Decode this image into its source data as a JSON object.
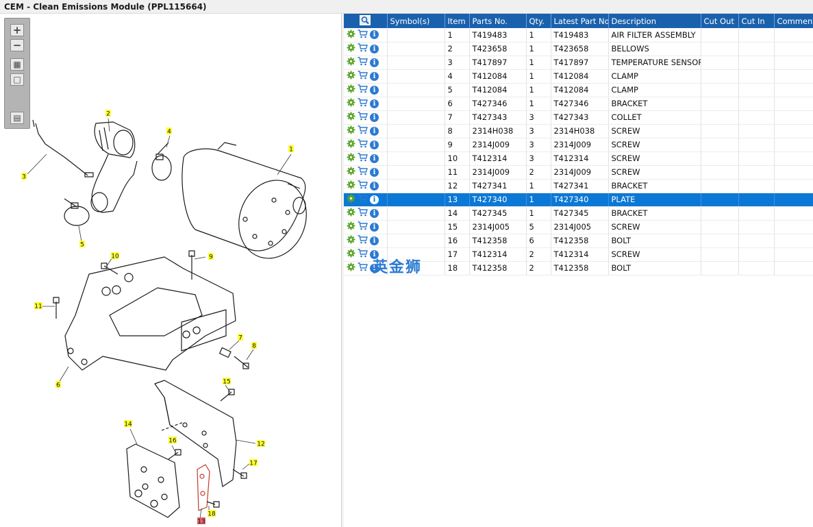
{
  "window": {
    "title": "CEM - Clean Emissions Module (PPL115664)"
  },
  "toolbar": {
    "zoom_in": "+",
    "zoom_out": "−",
    "fit": "▦",
    "actual": "□",
    "list": "▤"
  },
  "diagram": {
    "callouts": [
      "1",
      "2",
      "3",
      "4",
      "5",
      "6",
      "7",
      "8",
      "9",
      "10",
      "11",
      "12",
      "13",
      "14",
      "15",
      "16",
      "17",
      "18"
    ],
    "selected_callout": "13"
  },
  "table": {
    "columns": [
      "",
      "Symbol(s)",
      "Item",
      "Parts No.",
      "Qty.",
      "Latest Part No.",
      "Description",
      "Cut Out",
      "Cut In",
      "Comment"
    ],
    "rows": [
      {
        "item": "1",
        "part": "T419483",
        "qty": "1",
        "latest": "T419483",
        "desc": "AIR FILTER ASSEMBLY"
      },
      {
        "item": "2",
        "part": "T423658",
        "qty": "1",
        "latest": "T423658",
        "desc": "BELLOWS"
      },
      {
        "item": "3",
        "part": "T417897",
        "qty": "1",
        "latest": "T417897",
        "desc": "TEMPERATURE SENSOR"
      },
      {
        "item": "4",
        "part": "T412084",
        "qty": "1",
        "latest": "T412084",
        "desc": "CLAMP"
      },
      {
        "item": "5",
        "part": "T412084",
        "qty": "1",
        "latest": "T412084",
        "desc": "CLAMP"
      },
      {
        "item": "6",
        "part": "T427346",
        "qty": "1",
        "latest": "T427346",
        "desc": "BRACKET"
      },
      {
        "item": "7",
        "part": "T427343",
        "qty": "3",
        "latest": "T427343",
        "desc": "COLLET"
      },
      {
        "item": "8",
        "part": "2314H038",
        "qty": "3",
        "latest": "2314H038",
        "desc": "SCREW"
      },
      {
        "item": "9",
        "part": "2314J009",
        "qty": "3",
        "latest": "2314J009",
        "desc": "SCREW"
      },
      {
        "item": "10",
        "part": "T412314",
        "qty": "3",
        "latest": "T412314",
        "desc": "SCREW"
      },
      {
        "item": "11",
        "part": "2314J009",
        "qty": "2",
        "latest": "2314J009",
        "desc": "SCREW"
      },
      {
        "item": "12",
        "part": "T427341",
        "qty": "1",
        "latest": "T427341",
        "desc": "BRACKET"
      },
      {
        "item": "13",
        "part": "T427340",
        "qty": "1",
        "latest": "T427340",
        "desc": "PLATE"
      },
      {
        "item": "14",
        "part": "T427345",
        "qty": "1",
        "latest": "T427345",
        "desc": "BRACKET"
      },
      {
        "item": "15",
        "part": "2314J005",
        "qty": "5",
        "latest": "2314J005",
        "desc": "SCREW"
      },
      {
        "item": "16",
        "part": "T412358",
        "qty": "6",
        "latest": "T412358",
        "desc": "BOLT"
      },
      {
        "item": "17",
        "part": "T412314",
        "qty": "2",
        "latest": "T412314",
        "desc": "SCREW"
      },
      {
        "item": "18",
        "part": "T412358",
        "qty": "2",
        "latest": "T412358",
        "desc": "BOLT"
      }
    ],
    "selected_item": "13"
  },
  "watermark": "英金狮",
  "colors": {
    "header": "#1a61ad",
    "selected_row": "#0c78d6",
    "callout": "#ffff33",
    "selected_callout": "#e06666"
  }
}
